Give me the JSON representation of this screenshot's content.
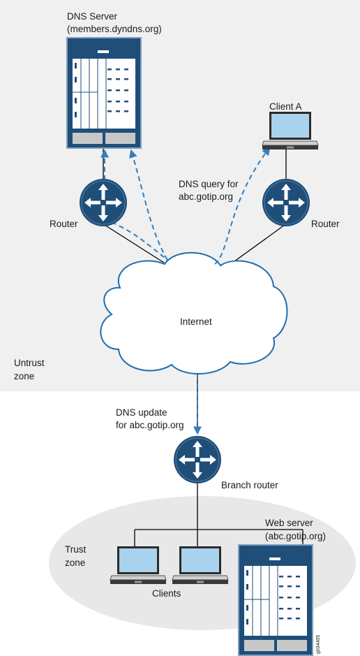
{
  "labels": {
    "dns_server_title": "DNS Server",
    "dns_server_host": "(members.dyndns.org)",
    "client_a": "Client A",
    "dns_query_line1": "DNS query for",
    "dns_query_line2": "abc.gotip.org",
    "router_left": "Router",
    "router_right": "Router",
    "internet": "Internet",
    "untrust_line1": "Untrust",
    "untrust_line2": "zone",
    "dns_update_line1": "DNS update",
    "dns_update_line2": "for abc.gotip.org",
    "branch_router": "Branch router",
    "web_server_title": "Web server",
    "web_server_host": "(abc.gotip.org)",
    "trust_line1": "Trust",
    "trust_line2": "zone",
    "clients": "Clients",
    "figure_id": "g034405"
  },
  "icons": {
    "server": "rack-server-icon",
    "router": "router-icon",
    "laptop": "laptop-icon",
    "cloud": "cloud-icon"
  },
  "colors": {
    "navy": "#1f4e79",
    "zone_fill": "#f0f0f0",
    "trust_fill": "#e8e8e8",
    "dashed_link": "#2f7fc1",
    "screen": "#a8d2ee"
  }
}
